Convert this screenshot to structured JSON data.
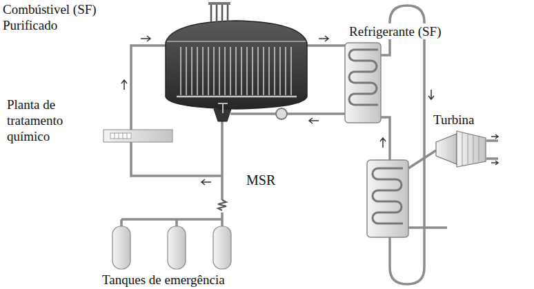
{
  "diagram": {
    "labels": [
      "Combústivel (SF) Purificado",
      "Refrigerante (SF)",
      "Planta de tratamento químico",
      "Turbina",
      "MSR",
      "Tanques de emergência"
    ]
  }
}
